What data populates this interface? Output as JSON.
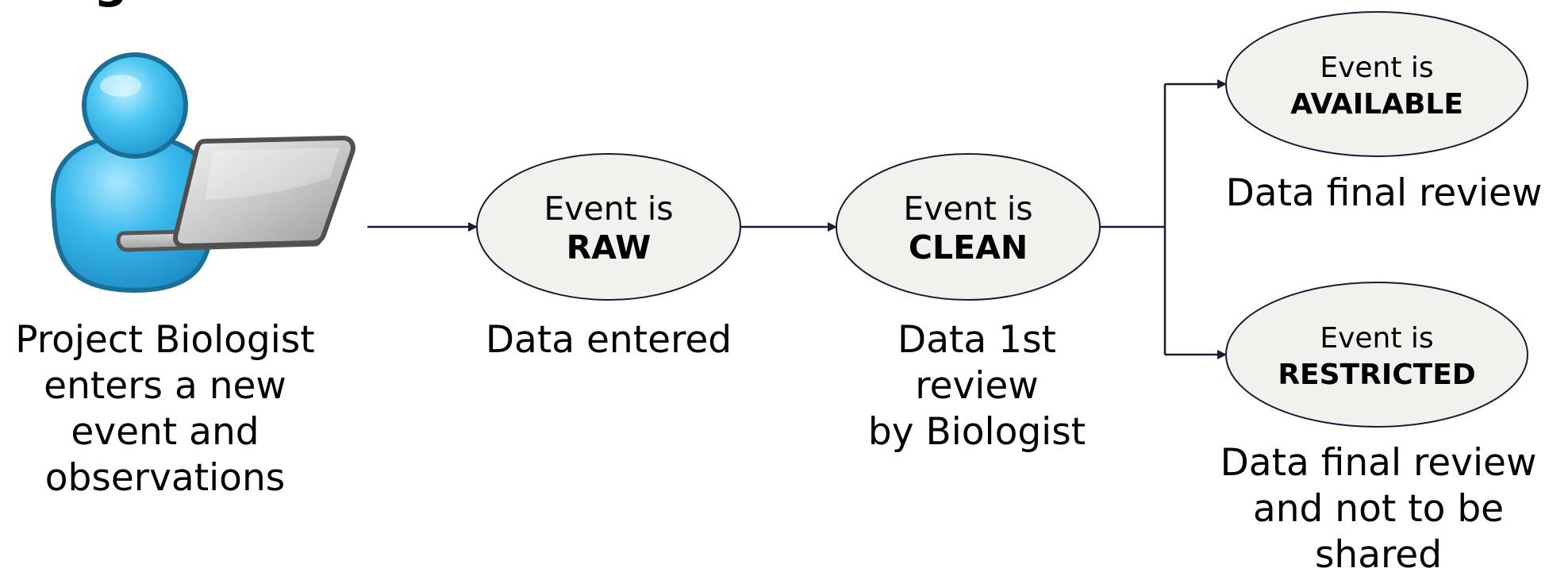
{
  "title_fragment": "g",
  "colors": {
    "ellipse_fill": "#f3f1ee",
    "ellipse_stroke": "#1a1a33",
    "arrow": "#1a1a33",
    "text": "#000000",
    "user_body": "#33b8ec",
    "user_outline": "#1b6f96",
    "laptop": "#b8b8b8"
  },
  "actor": {
    "icon": "user-with-laptop-icon",
    "caption_lines": [
      "Project Biologist",
      "enters a new",
      "event and",
      "observations"
    ]
  },
  "states": [
    {
      "id": "raw",
      "prefix": "Event is",
      "status": "RAW",
      "caption_lines": [
        "Data entered"
      ]
    },
    {
      "id": "clean",
      "prefix": "Event is",
      "status": "CLEAN",
      "caption_lines": [
        "Data 1st",
        "review",
        "by Biologist"
      ]
    },
    {
      "id": "available",
      "prefix": "Event is",
      "status": "AVAILABLE",
      "caption_lines": [
        "Data final review"
      ]
    },
    {
      "id": "restricted",
      "prefix": "Event is",
      "status": "RESTRICTED",
      "caption_lines": [
        "Data final review",
        "and not to be",
        "shared"
      ]
    }
  ]
}
